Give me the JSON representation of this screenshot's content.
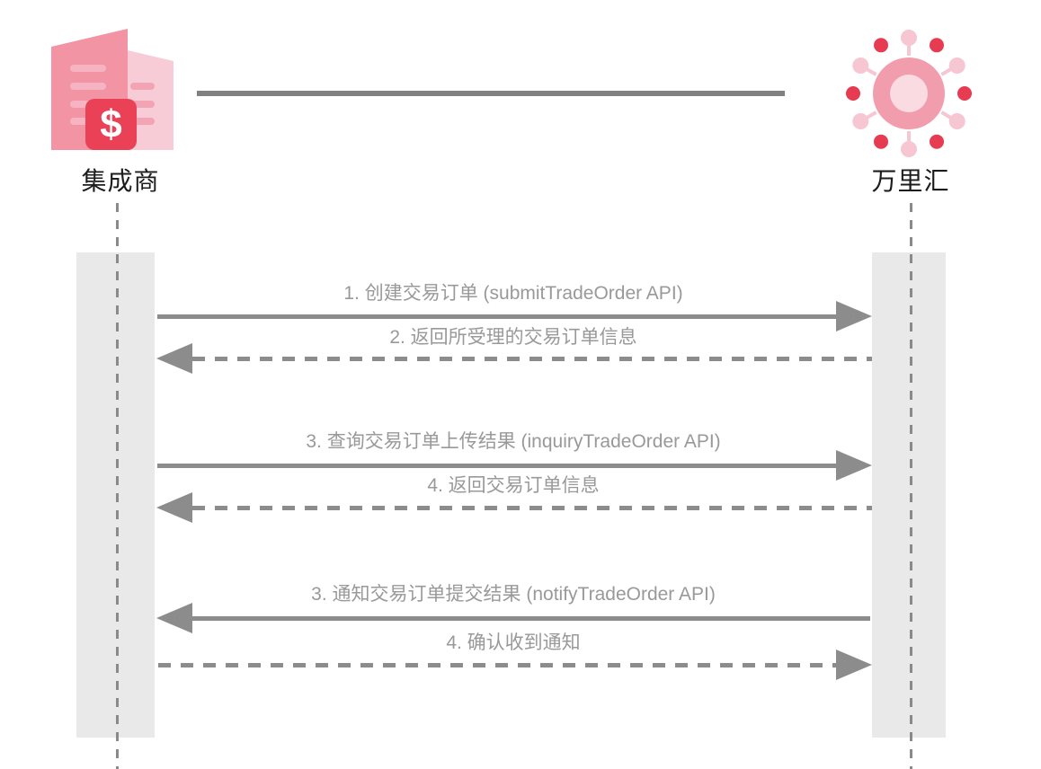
{
  "actors": [
    {
      "id": "integrator",
      "label": "集成商"
    },
    {
      "id": "worldfirst",
      "label": "万里汇"
    }
  ],
  "icons": {
    "integrator": "building-with-dollar-badge-icon",
    "worldfirst": "hub-network-icon",
    "badge_symbol": "$"
  },
  "messages": [
    {
      "text": "1. 创建交易订单 (submitTradeOrder API)",
      "from": "integrator",
      "to": "worldfirst",
      "line": "solid",
      "direction": "right"
    },
    {
      "text": "2. 返回所受理的交易订单信息",
      "from": "worldfirst",
      "to": "integrator",
      "line": "dashed",
      "direction": "left"
    },
    {
      "text": "3. 查询交易订单上传结果 (inquiryTradeOrder API)",
      "from": "integrator",
      "to": "worldfirst",
      "line": "solid",
      "direction": "right"
    },
    {
      "text": "4. 返回交易订单信息",
      "from": "worldfirst",
      "to": "integrator",
      "line": "dashed",
      "direction": "left"
    },
    {
      "text": "3. 通知交易订单提交结果 (notifyTradeOrder API)",
      "from": "worldfirst",
      "to": "integrator",
      "line": "solid",
      "direction": "left"
    },
    {
      "text": "4. 确认收到通知",
      "from": "integrator",
      "to": "worldfirst",
      "line": "dashed",
      "direction": "right"
    }
  ],
  "colors": {
    "line-gray": "#8c8c8c",
    "text-gray": "#999999",
    "label-dark": "#1c1c1c",
    "bar-gray": "#e9e9e9",
    "lifeline-gray": "#8a8a8a",
    "top-line-gray": "#808080",
    "pink-main": "#f294a4",
    "pink-light": "#f8ccd6",
    "stripe-front": "#f6b4c2",
    "stripe-back": "#f2a3b4",
    "badge-red": "#ea4156",
    "hub-ring": "#f29dad",
    "hub-center": "#f9dbe1",
    "dot-dark": "#e73b52",
    "dot-light": "#f6c6d2"
  }
}
